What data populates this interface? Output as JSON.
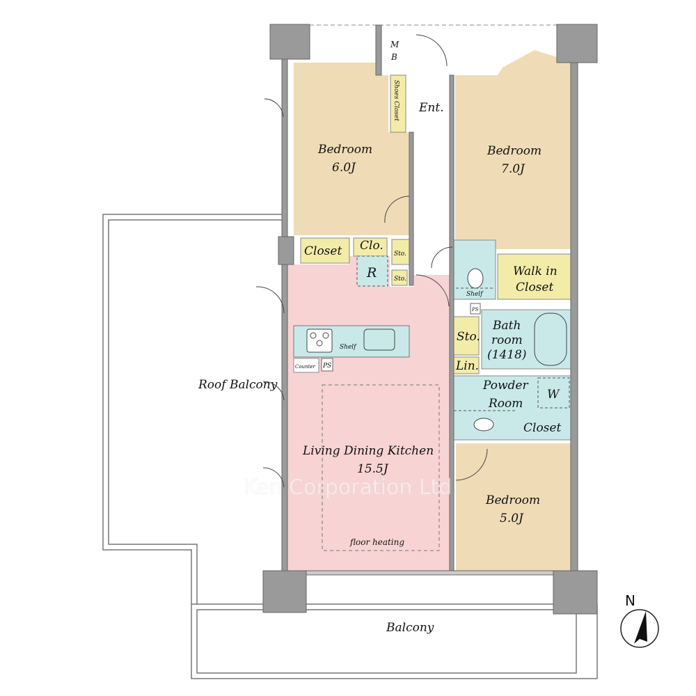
{
  "rooms": {
    "bedroom1": {
      "name": "Bedroom",
      "size": "6.0J"
    },
    "bedroom2": {
      "name": "Bedroom",
      "size": "7.0J"
    },
    "bedroom3": {
      "name": "Bedroom",
      "size": "5.0J"
    },
    "ldk": {
      "name": "Living Dining Kitchen",
      "size": "15.5J",
      "note": "floor heating"
    },
    "entrance": "Ent.",
    "mb": "M",
    "mb2": "B",
    "shoes_closet": "Shoes Closet",
    "closet1": "Closet",
    "clo": "Clo.",
    "sto1": "Sto.",
    "sto2": "Sto.",
    "sto3": "Sto.",
    "r": "R",
    "walk_in_1": "Walk in",
    "walk_in_2": "Closet",
    "shelf_toilet": "Shelf",
    "ps1": "PS",
    "ps2": "PS",
    "bath_1": "Bath",
    "bath_2": "room",
    "bath_3": "(1418)",
    "lin": "Lin.",
    "powder_1": "Powder",
    "powder_2": "Room",
    "w": "W",
    "closet2": "Closet",
    "shelf_kitchen": "Shelf",
    "counter": "Counter",
    "roof_balcony": "Roof Balcony",
    "balcony": "Balcony"
  },
  "compass": "N",
  "watermark": "Ken Corporation Ltd.",
  "colors": {
    "bedroom": "#efdcb6",
    "ldk": "#f7d3d3",
    "wet": "#c9e9e9",
    "storage": "#f3eca9",
    "wall": "#9a9a9a"
  }
}
